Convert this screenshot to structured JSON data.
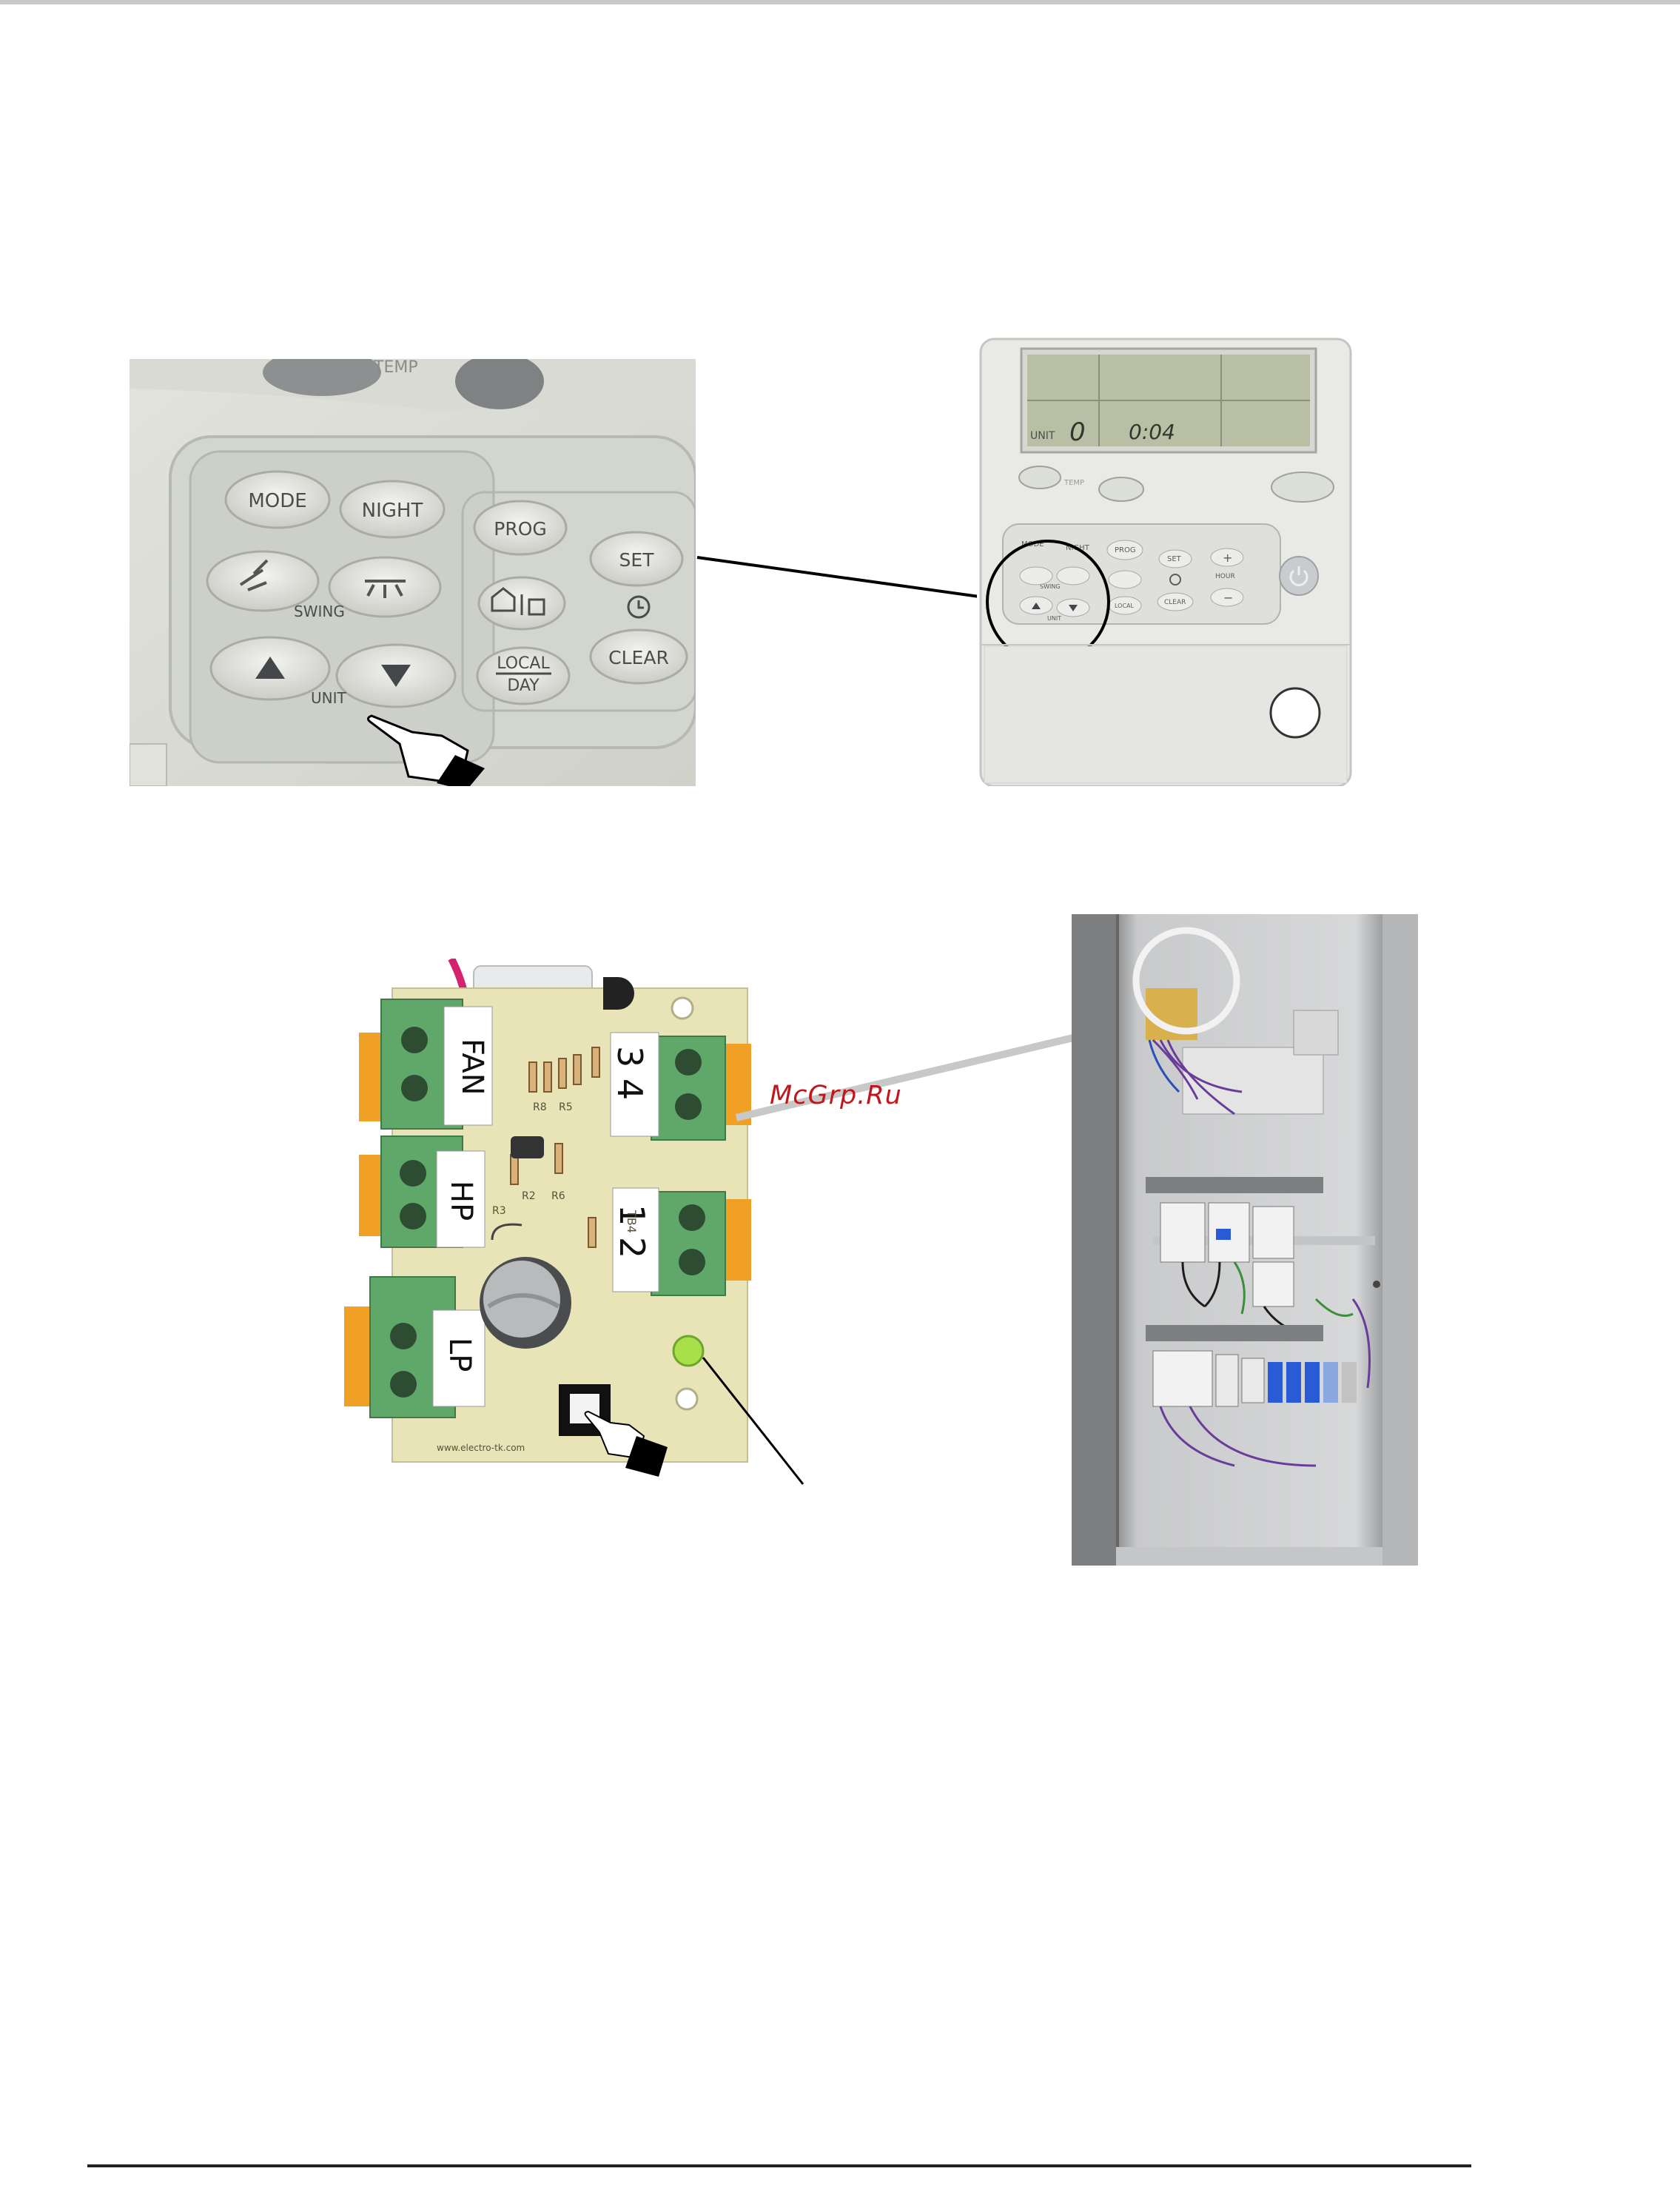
{
  "keypad_closeup": {
    "temp_label": "TEMP",
    "buttons": {
      "mode": "MODE",
      "night": "NIGHT",
      "prog": "PROG",
      "set": "SET",
      "swing": "SWING",
      "clear": "CLEAR",
      "unit": "UNIT",
      "local": "LOCAL",
      "day": "DAY"
    }
  },
  "controller": {
    "display_unit": "UNIT",
    "display_unit_value": "0",
    "display_time": "0:04",
    "temp_label": "TEMP",
    "buttons": {
      "mode": "MODE",
      "night": "NIGHT",
      "prog": "PROG",
      "set": "SET",
      "hour": "HOUR",
      "swing": "SWING",
      "unit": "UNIT",
      "local": "LOCAL",
      "clear": "CLEAR"
    }
  },
  "pcb": {
    "labels": {
      "fan": "FAN",
      "hp": "HP",
      "lp": "LP",
      "t34": "3 4",
      "t12": "1 2"
    },
    "silk": {
      "r8": "R8",
      "r5": "R5",
      "r2": "R2",
      "r6": "R6",
      "r3": "R3",
      "tb4": "TB4",
      "web": "www.electro-tk.com"
    }
  },
  "watermark": "McGrp.Ru",
  "colors": {
    "lcd": "#b9bfa4",
    "terminal_green": "#5fa86a",
    "terminal_orange": "#f0a025",
    "pcb": "#e9e3b8",
    "cabinet": "#b6b6b6",
    "watermark": "#c0171c"
  }
}
